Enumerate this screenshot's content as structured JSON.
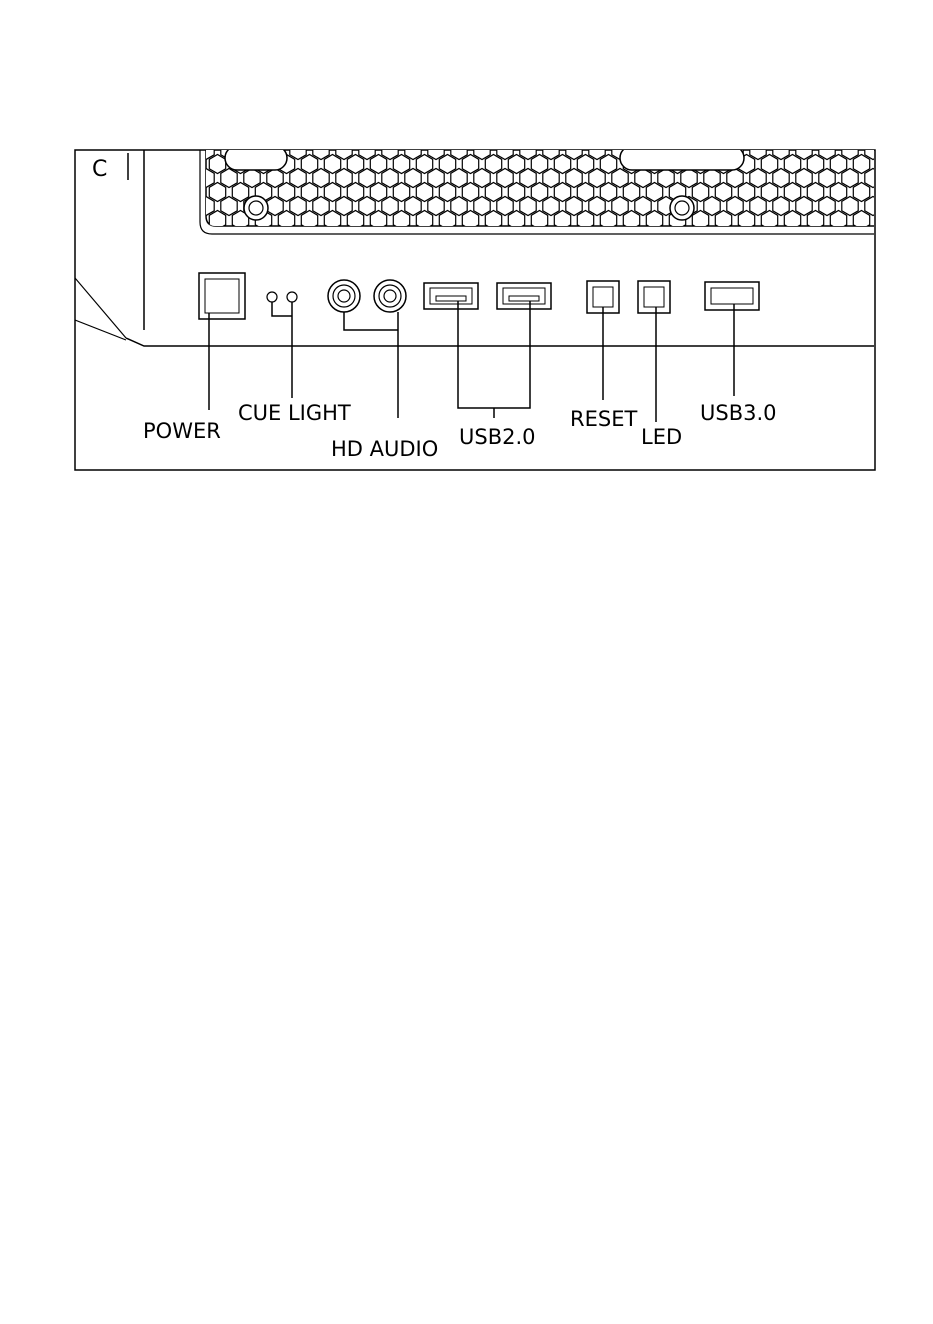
{
  "panel": {
    "letter": "C"
  },
  "labels": {
    "power": "POWER",
    "cue_light": "CUE LIGHT",
    "hd_audio": "HD AUDIO",
    "usb2": "USB2.0",
    "reset": "RESET",
    "led": "LED",
    "usb3": "USB3.0"
  },
  "colors": {
    "line": "#000000",
    "background": "#ffffff"
  }
}
